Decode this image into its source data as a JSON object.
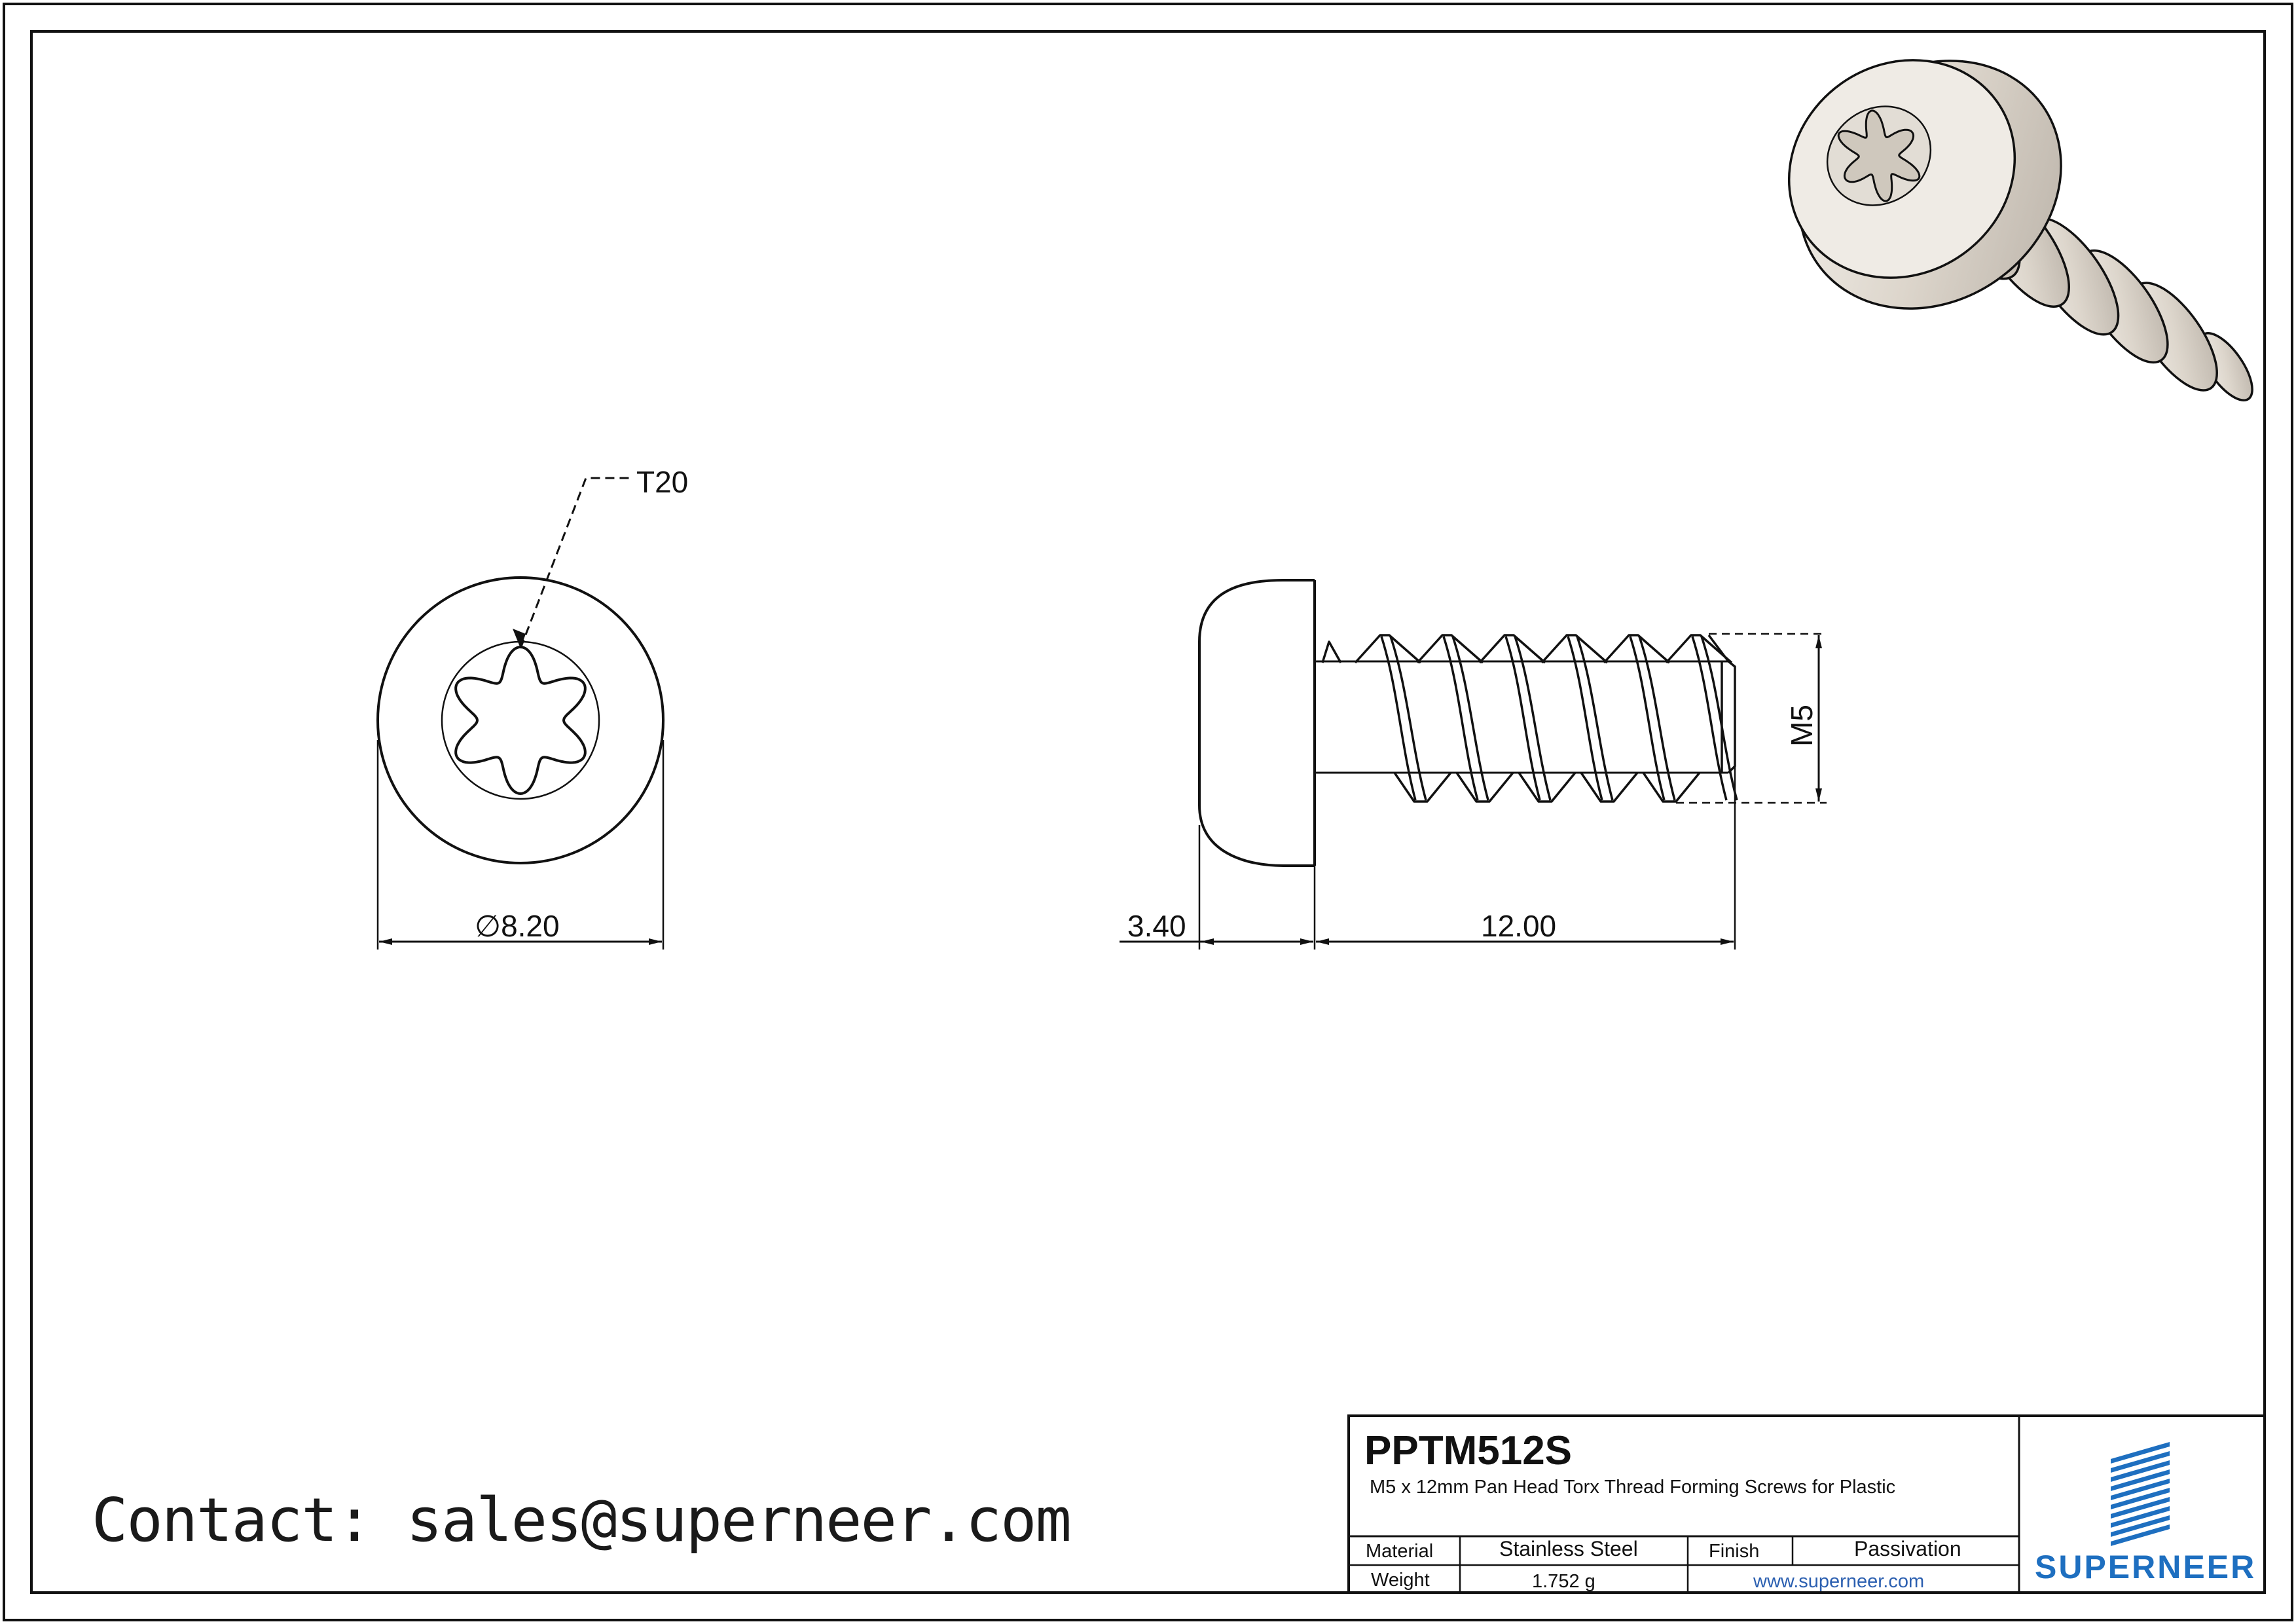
{
  "drawing": {
    "dimensions": {
      "drive": "T20",
      "head_diameter": "∅8.20",
      "head_height": "3.40",
      "length": "12.00",
      "thread": "M5"
    }
  },
  "title_block": {
    "part_number": "PPTM512S",
    "description": "M5 x 12mm Pan Head Torx Thread Forming Screws for Plastic",
    "material_label": "Material",
    "material_value": "Stainless Steel",
    "finish_label": "Finish",
    "finish_value": "Passivation",
    "weight_label": "Weight",
    "weight_value": "1.752 g",
    "website": "www.superneer.com",
    "logo_text": "SUPERNEER"
  },
  "contact": "Contact: sales@superneer.com",
  "colors": {
    "logo_blue": "#1e6fc0",
    "link_blue": "#2b5fb0",
    "line": "#111111"
  }
}
